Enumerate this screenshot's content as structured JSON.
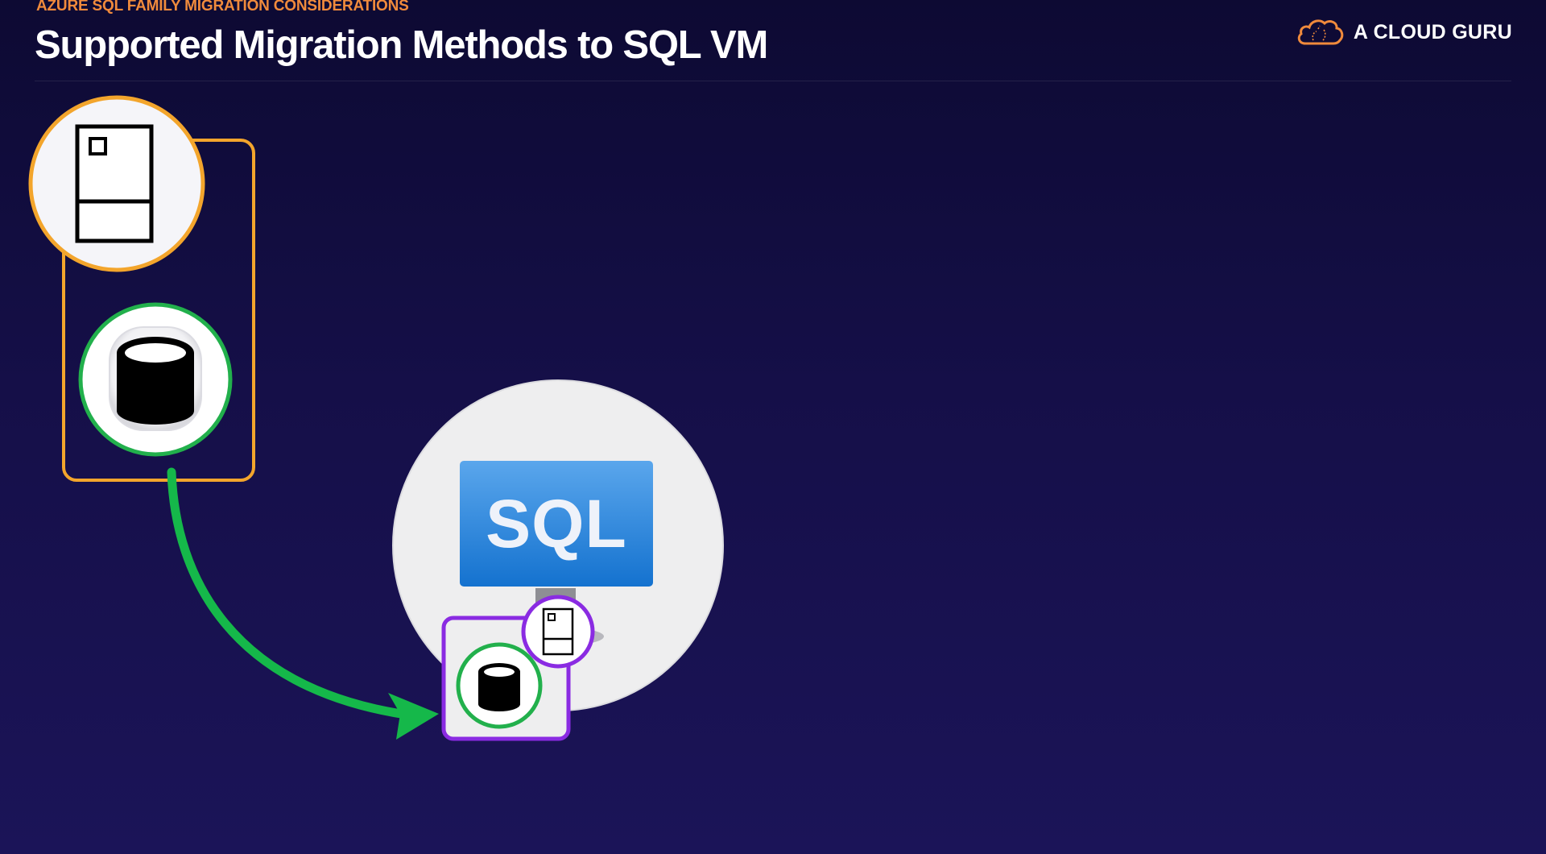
{
  "header": {
    "eyebrow": "AZURE SQL FAMILY MIGRATION CONSIDERATIONS",
    "title": "Supported Migration Methods to SQL VM"
  },
  "brand": {
    "name": "A CLOUD GURU",
    "icon": "cloud-logo-icon"
  },
  "diagram": {
    "source_icons": [
      "server-icon",
      "database-icon"
    ],
    "target": {
      "label": "SQL",
      "icon": "sql-vm-monitor-icon",
      "nested_icons": [
        "server-icon",
        "database-icon"
      ]
    },
    "connector": "migration-arrow-icon"
  },
  "colors": {
    "background": "#150f48",
    "eyebrow": "#f08a3c",
    "source_group_border": "#f3a52c",
    "database_ring": "#22b04c",
    "arrow": "#15b84a",
    "target_group_border": "#8a2be2",
    "sql_blue": "#1e7fdc"
  }
}
